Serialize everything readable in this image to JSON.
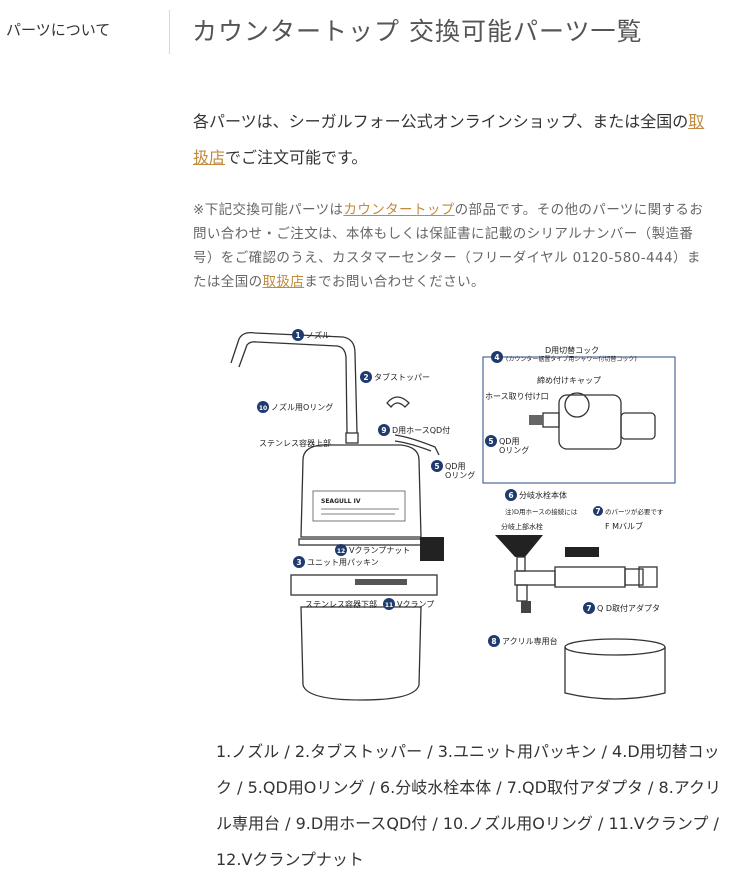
{
  "sidebar": {
    "label": "パーツについて"
  },
  "header": {
    "title": "カウンタートップ 交換可能パーツ一覧"
  },
  "intro": {
    "text_before": "各パーツは、シーガルフォー公式オンラインショップ、または全国の",
    "link": "取扱店",
    "text_after": "でご注文可能です。"
  },
  "note": {
    "prefix": "※下記交換可能パーツは",
    "link1": "カウンタートップ",
    "middle": "の部品です。その他のパーツに関するお問い合わせ・ご注文は、本体もしくは保証書に記載のシリアルナンバー（製造番号）をご確認のうえ、カスタマーセンター（フリーダイヤル 0120-580-444）または全国の",
    "link2": "取扱店",
    "suffix": "までお問い合わせください。"
  },
  "diagram": {
    "brand": "SEAGULL IV",
    "labels": {
      "nozzle": "ノズル",
      "tab_stopper": "タブストッパー",
      "nozzle_oring": "ノズル用Oリング",
      "d_hose_qd": "D用ホースQD付",
      "steel_upper": "ステンレス容器上部",
      "qd_oring": "QD用",
      "qd_oring2": "Oリング",
      "v_clamp_nut": "Vクランプナット",
      "unit_packing": "ユニット用パッキン",
      "steel_lower": "ステンレス容器下部",
      "v_clamp": "Vクランプ",
      "d_switch_title": "D用切替コック",
      "d_switch_sub": "(カウンター据置タイプ用シャワー付切替コック)",
      "tightening_cap": "締め付けキャップ",
      "hose_port": "ホース取り付け口",
      "qd_oring_b": "QD用",
      "qd_oring_b2": "Oリング",
      "branch_valve": "分岐水栓本体",
      "branch_note_a": "注)D用ホースの接続には",
      "branch_note_b": "のパーツが必要です",
      "upper_faucet": "分岐上部水栓",
      "fm_valve": "F Mバルブ",
      "qd_adapter": "Q D取付アダプタ",
      "acrylic_base": "アクリル専用台"
    },
    "numbers": [
      "1",
      "2",
      "3",
      "4",
      "5",
      "5",
      "6",
      "7",
      "7",
      "8",
      "9",
      "10",
      "11",
      "12"
    ]
  },
  "parts_list": [
    {
      "num": "1.",
      "name": "ノズル"
    },
    {
      "num": "2.",
      "name": "タブストッパー"
    },
    {
      "num": "3.",
      "name": "ユニット用パッキン"
    },
    {
      "num": "4.",
      "name": "D用切替コック"
    },
    {
      "num": "5.",
      "name": "QD用Oリング"
    },
    {
      "num": "6.",
      "name": "分岐水栓本体"
    },
    {
      "num": "7.",
      "name": "QD取付アダプタ"
    },
    {
      "num": "8.",
      "name": "アクリル専用台"
    },
    {
      "num": "9.",
      "name": "D用ホースQD付"
    },
    {
      "num": "10.",
      "name": "ノズル用Oリング"
    },
    {
      "num": "11.",
      "name": "Vクランプ"
    },
    {
      "num": "12.",
      "name": "Vクランプナット"
    }
  ],
  "colors": {
    "link": "#c28a3c",
    "badge": "#1f3a6e",
    "callout_border": "#2a4a8a"
  }
}
